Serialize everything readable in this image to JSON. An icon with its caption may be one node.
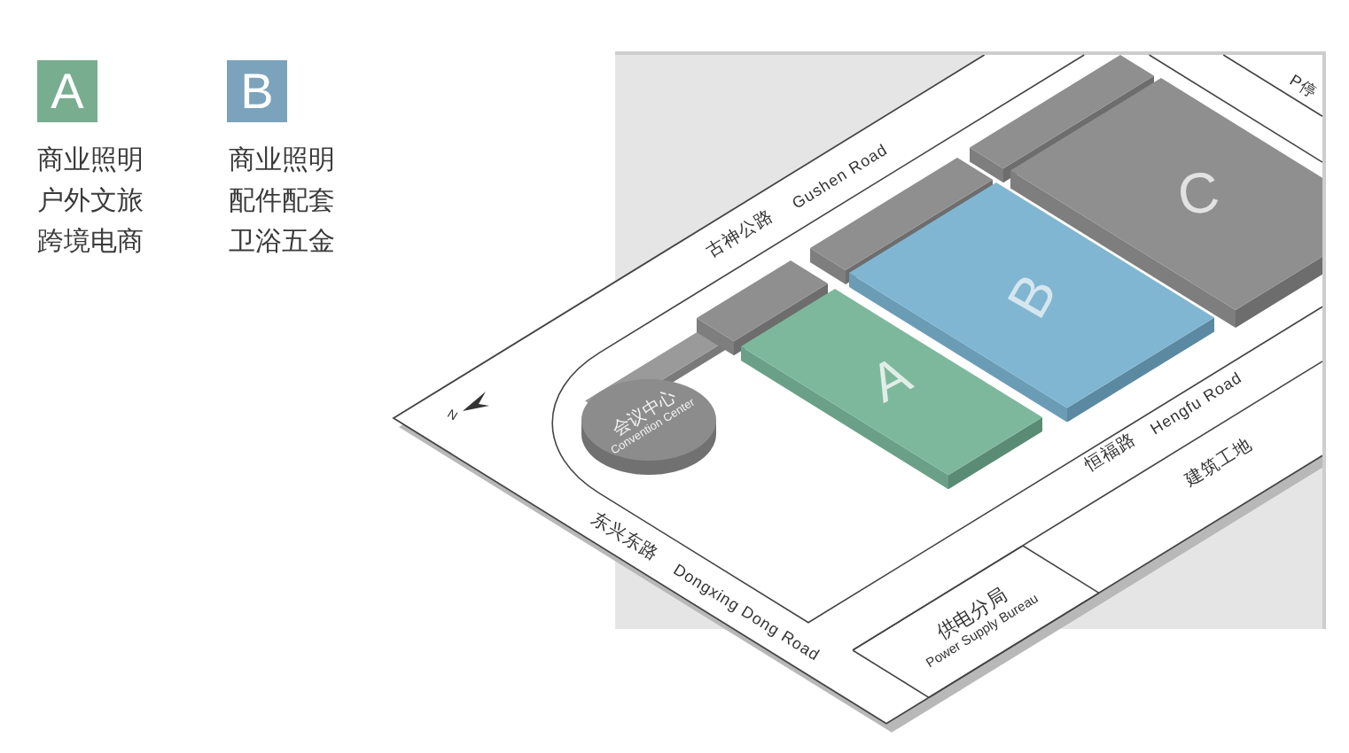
{
  "diagram": {
    "nodes": [
      {
        "text": [
          "A"
        ],
        "beside": [
          "商业照明",
          "户外文旅",
          "跨境电商"
        ]
      },
      {
        "text": [
          "B"
        ],
        "beside": [
          "商业照明",
          "配件配套",
          "卫浴五金"
        ]
      },
      {
        "text": [],
        "shape": "box"
      },
      {
        "text": [],
        "shape": "box"
      },
      {
        "text": [],
        "shape": "box"
      },
      {
        "text": [
          "C"
        ]
      },
      {
        "text": [
          "B"
        ]
      },
      {
        "text": [
          "会议中心",
          "Convention Center"
        ]
      },
      {
        "text": [
          "A"
        ]
      },
      {
        "text": [
          "供电分局",
          "Power Supply Bureau"
        ]
      }
    ],
    "labels": [
      "P停",
      "古神公路",
      "Gushen Road",
      "N",
      "恒福路",
      "Hengfu Road",
      "建筑工地",
      "东兴东路",
      "Dongxing Dong Road"
    ]
  }
}
